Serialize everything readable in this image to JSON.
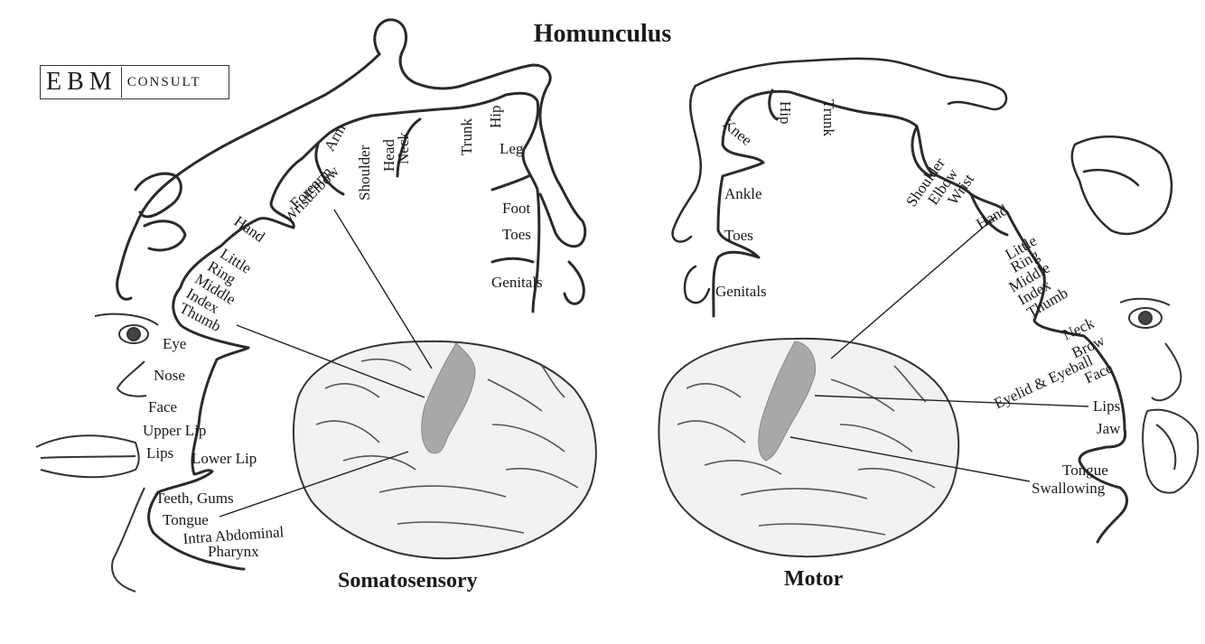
{
  "title": "Homunculus",
  "logo": {
    "mark": "EBM",
    "word": "CONSULT"
  },
  "captions": {
    "left": "Somatosensory",
    "right": "Motor"
  },
  "sensory_labels": {
    "arm": "Arm",
    "elbow": "Elbow",
    "forearm": "Forearm",
    "wrist": "Wrist",
    "shoulder": "Shoulder",
    "head": "Head",
    "neck": "Neck",
    "trunk": "Trunk",
    "hip": "Hip",
    "leg": "Leg",
    "foot": "Foot",
    "toes": "Toes",
    "genitals": "Genitals",
    "hand": "Hand",
    "little": "Little",
    "ring": "Ring",
    "middle": "Middle",
    "index": "Index",
    "thumb": "Thumb",
    "eye": "Eye",
    "nose": "Nose",
    "face": "Face",
    "upper_lip": "Upper Lip",
    "lips": "Lips",
    "lower_lip": "Lower Lip",
    "teeth": "Teeth, Gums",
    "tongue": "Tongue",
    "abdominal": "Intra Abdominal",
    "pharynx": "Pharynx"
  },
  "motor_labels": {
    "knee": "Knee",
    "hip": "Hip",
    "trunk": "Trunk",
    "ankle": "Ankle",
    "toes": "Toes",
    "genitals": "Genitals",
    "shoulder": "Shoulder",
    "elbow": "Elbow",
    "wrist": "Wrist",
    "hand": "Hand",
    "little": "Little",
    "ring": "Ring",
    "middle": "Middle",
    "index": "Index",
    "thumb": "Thumb",
    "neck": "Neck",
    "brow": "Brow",
    "eyelid": "Eyelid & Eyeball",
    "face": "Face",
    "lips": "Lips",
    "jaw": "Jaw",
    "tongue": "Tongue",
    "swallowing": "Swallowing"
  },
  "colors": {
    "ink": "#1a1a1a",
    "cortex_strip": "#a9a9a9",
    "brain_fill": "#f2f2f2"
  }
}
